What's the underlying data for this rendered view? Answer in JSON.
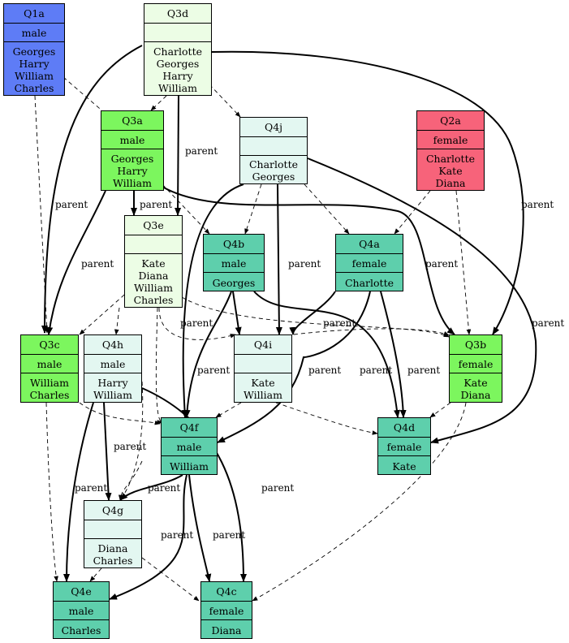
{
  "colors": {
    "q1": "#5e7cf6",
    "q2": "#f7637a",
    "q3_dark": "#7cf65e",
    "q3_light": "#ecfde5",
    "q4_dark": "#5ecfac",
    "q4_light": "#e3f7f1"
  },
  "nodes": {
    "Q1a": {
      "title": "Q1a",
      "sex": "male",
      "members": [
        "Georges",
        "Harry",
        "William",
        "Charles"
      ]
    },
    "Q3d": {
      "title": "Q3d",
      "sex": "",
      "members": [
        "Charlotte",
        "Georges",
        "Harry",
        "William"
      ]
    },
    "Q3a": {
      "title": "Q3a",
      "sex": "male",
      "members": [
        "Georges",
        "Harry",
        "William"
      ]
    },
    "Q4j": {
      "title": "Q4j",
      "sex": "",
      "members": [
        "Charlotte",
        "Georges"
      ]
    },
    "Q2a": {
      "title": "Q2a",
      "sex": "female",
      "members": [
        "Charlotte",
        "Kate",
        "Diana"
      ]
    },
    "Q3e": {
      "title": "Q3e",
      "sex": "",
      "members": [
        "Kate",
        "Diana",
        "William",
        "Charles"
      ]
    },
    "Q4b": {
      "title": "Q4b",
      "sex": "male",
      "members": [
        "Georges"
      ]
    },
    "Q4a": {
      "title": "Q4a",
      "sex": "female",
      "members": [
        "Charlotte"
      ]
    },
    "Q3c": {
      "title": "Q3c",
      "sex": "male",
      "members": [
        "William",
        "Charles"
      ]
    },
    "Q4h": {
      "title": "Q4h",
      "sex": "male",
      "members": [
        "Harry",
        "William"
      ]
    },
    "Q4i": {
      "title": "Q4i",
      "sex": "",
      "members": [
        "Kate",
        "William"
      ]
    },
    "Q3b": {
      "title": "Q3b",
      "sex": "female",
      "members": [
        "Kate",
        "Diana"
      ]
    },
    "Q4f": {
      "title": "Q4f",
      "sex": "male",
      "members": [
        "William"
      ]
    },
    "Q4d": {
      "title": "Q4d",
      "sex": "female",
      "members": [
        "Kate"
      ]
    },
    "Q4g": {
      "title": "Q4g",
      "sex": "",
      "members": [
        "Diana",
        "Charles"
      ]
    },
    "Q4e": {
      "title": "Q4e",
      "sex": "male",
      "members": [
        "Charles"
      ]
    },
    "Q4c": {
      "title": "Q4c",
      "sex": "female",
      "members": [
        "Diana"
      ]
    }
  },
  "edge_label": "parent"
}
